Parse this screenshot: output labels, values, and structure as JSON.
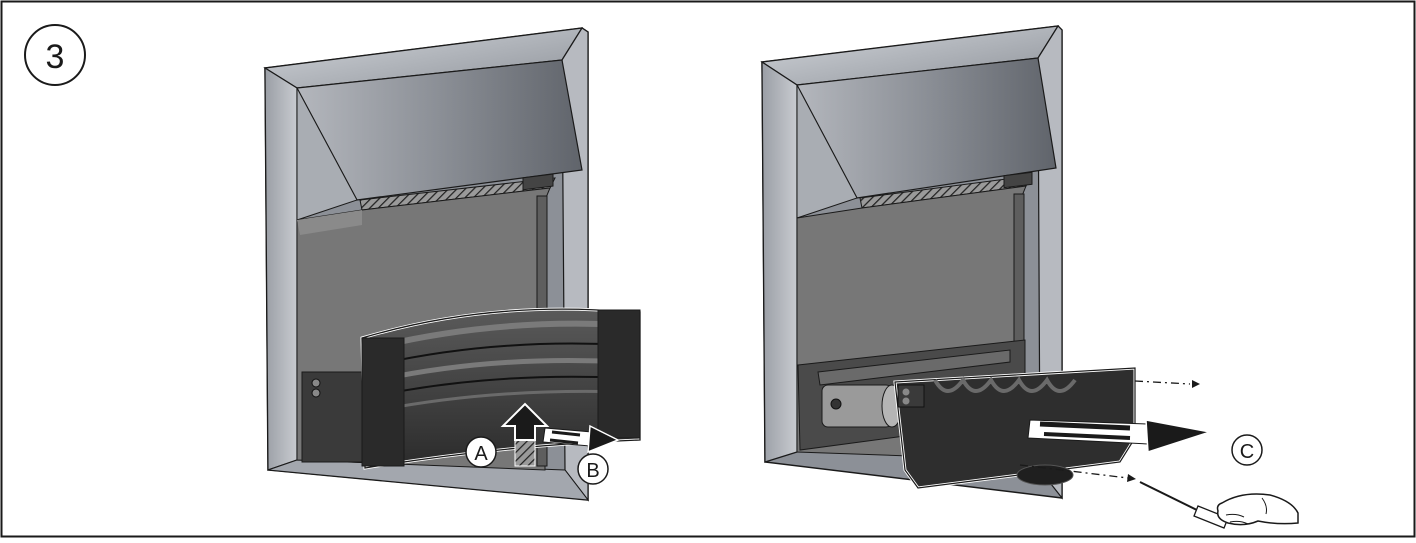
{
  "step": {
    "number": "3"
  },
  "callouts": {
    "a": "A",
    "b": "B",
    "c": "C"
  },
  "colors": {
    "frame_light": "#c9ccd2",
    "frame_mid": "#a3a7ae",
    "frame_dark": "#7d8189",
    "canopy": "#8a8e96",
    "firebox": "#737373",
    "fuel_bed": "#3a3a3a",
    "outline": "#1a1a1a"
  },
  "icons": {
    "step_badge": "circled-number-icon",
    "arrow_up": "arrow-up-icon",
    "arrow_out": "arrow-right-icon",
    "hand": "hand-screwdriver-icon"
  }
}
